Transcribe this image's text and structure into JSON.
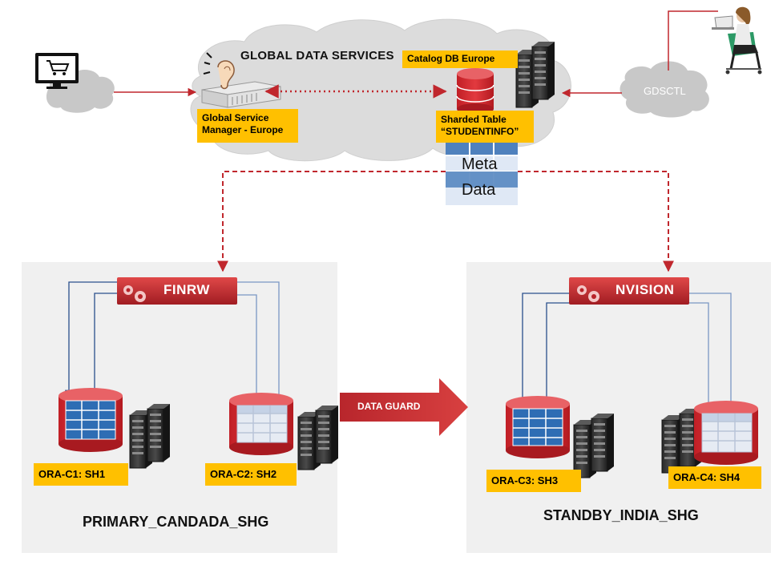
{
  "cloud": {
    "title": "GLOBAL DATA SERVICES",
    "gsm_label_line1": "Global Service",
    "gsm_label_line2": "Manager - Europe",
    "catalog_label": "Catalog DB Europe",
    "sharded_line1": "Sharded Table",
    "sharded_line2": "“STUDENTINFO”"
  },
  "metadata": {
    "line1": "Meta",
    "line2": "Data"
  },
  "gdsctl": {
    "label": "GDSCTL"
  },
  "primary": {
    "name": "PRIMARY_CANDADA_SHG",
    "director": "FINRW",
    "shard1": "ORA-C1: SH1",
    "shard2": "ORA-C2: SH2"
  },
  "standby": {
    "name": "STANDBY_INDIA_SHG",
    "director": "NVISION",
    "shard3": "ORA-C3: SH3",
    "shard4": "ORA-C4: SH4"
  },
  "data_guard": {
    "label": "DATA GUARD"
  },
  "colors": {
    "accent_red": "#c0272d",
    "highlight_yellow": "#ffc000",
    "table_blue": "#2e6db4",
    "line_blue": "#2a4f8c",
    "panel_grey": "#f0f0f0",
    "cloud_grey": "#dcdcdc"
  }
}
